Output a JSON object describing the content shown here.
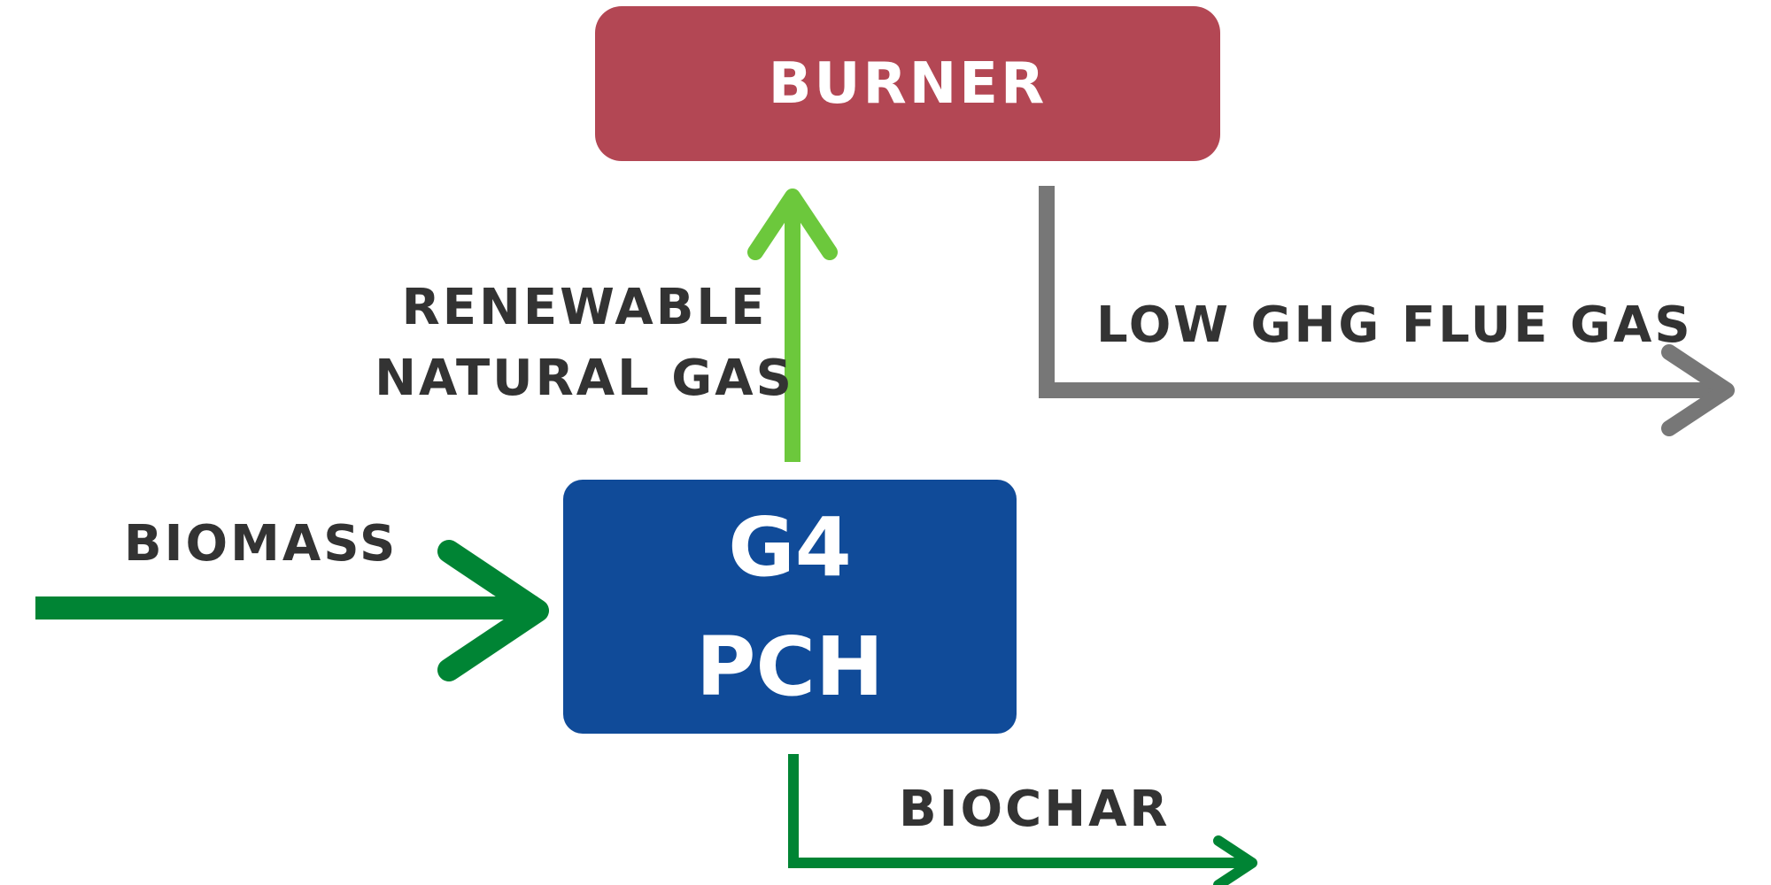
{
  "nodes": {
    "burner": {
      "label": "BURNER",
      "color": "#b34754"
    },
    "pch": {
      "line1": "G4",
      "line2": "PCH",
      "color": "#104b99"
    }
  },
  "flows": {
    "renewable_natural_gas": {
      "line1": "RENEWABLE",
      "line2": "NATURAL GAS",
      "color": "#6cc83c"
    },
    "biomass": {
      "label": "BIOMASS",
      "color": "#008434"
    },
    "low_ghg_flue_gas": {
      "label": "LOW GHG FLUE GAS",
      "color": "#777777"
    },
    "biochar": {
      "label": "BIOCHAR",
      "color": "#008434"
    }
  },
  "text_color": "#333333"
}
